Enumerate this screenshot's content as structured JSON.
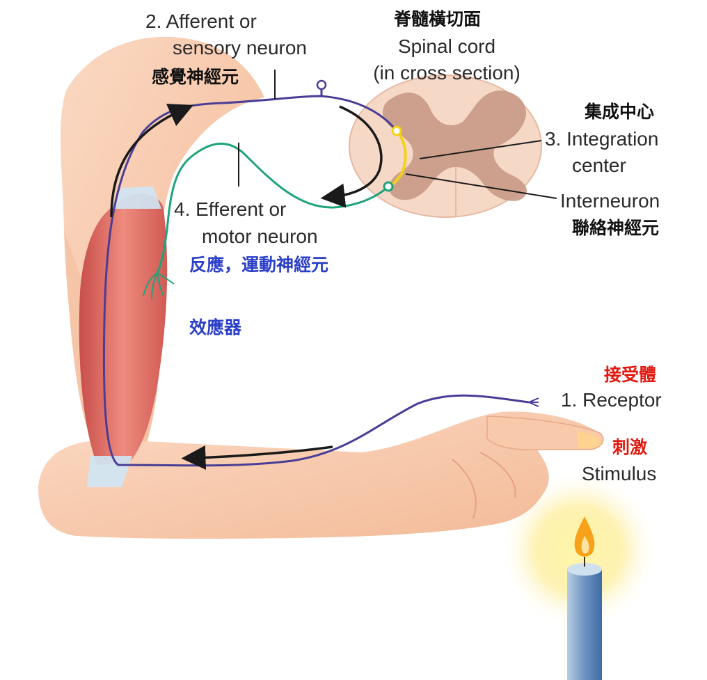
{
  "labels": {
    "afferent_line1": "2. Afferent or",
    "afferent_line2": "sensory neuron",
    "afferent_zh": "感覺神經元",
    "spinal_zh": "脊髓橫切面",
    "spinal_line1": "Spinal cord",
    "spinal_line2": "(in cross section)",
    "integration_zh": "集成中心",
    "integration_line1": "3. Integration",
    "integration_line2": "center",
    "interneuron": "Interneuron",
    "interneuron_zh": "聯絡神經元",
    "efferent_line1": "4. Efferent or",
    "efferent_line2": "motor neuron",
    "efferent_zh": "反應，運動神經元",
    "effector_zh": "效應器",
    "receptor_zh": "接受體",
    "receptor": "1. Receptor",
    "stimulus_zh": "刺激",
    "stimulus": "Stimulus"
  },
  "colors": {
    "afferent_neuron": "#4a3d95",
    "efferent_neuron": "#1fa37a",
    "interneuron": "#f4d21a",
    "skin": "#f7c6a8",
    "muscle": "#e5736b",
    "spinal_white_matter": "#f6d8c6",
    "spinal_gray_matter": "#c99a86",
    "label_blue": "#2b3fc8",
    "label_red": "#e01a10"
  },
  "icons": {
    "arrow_up": "curved-arrow-up-icon",
    "arrow_left": "arrow-left-icon",
    "arrow_loop": "curved-arrow-loop-icon",
    "candle": "candle-icon"
  }
}
